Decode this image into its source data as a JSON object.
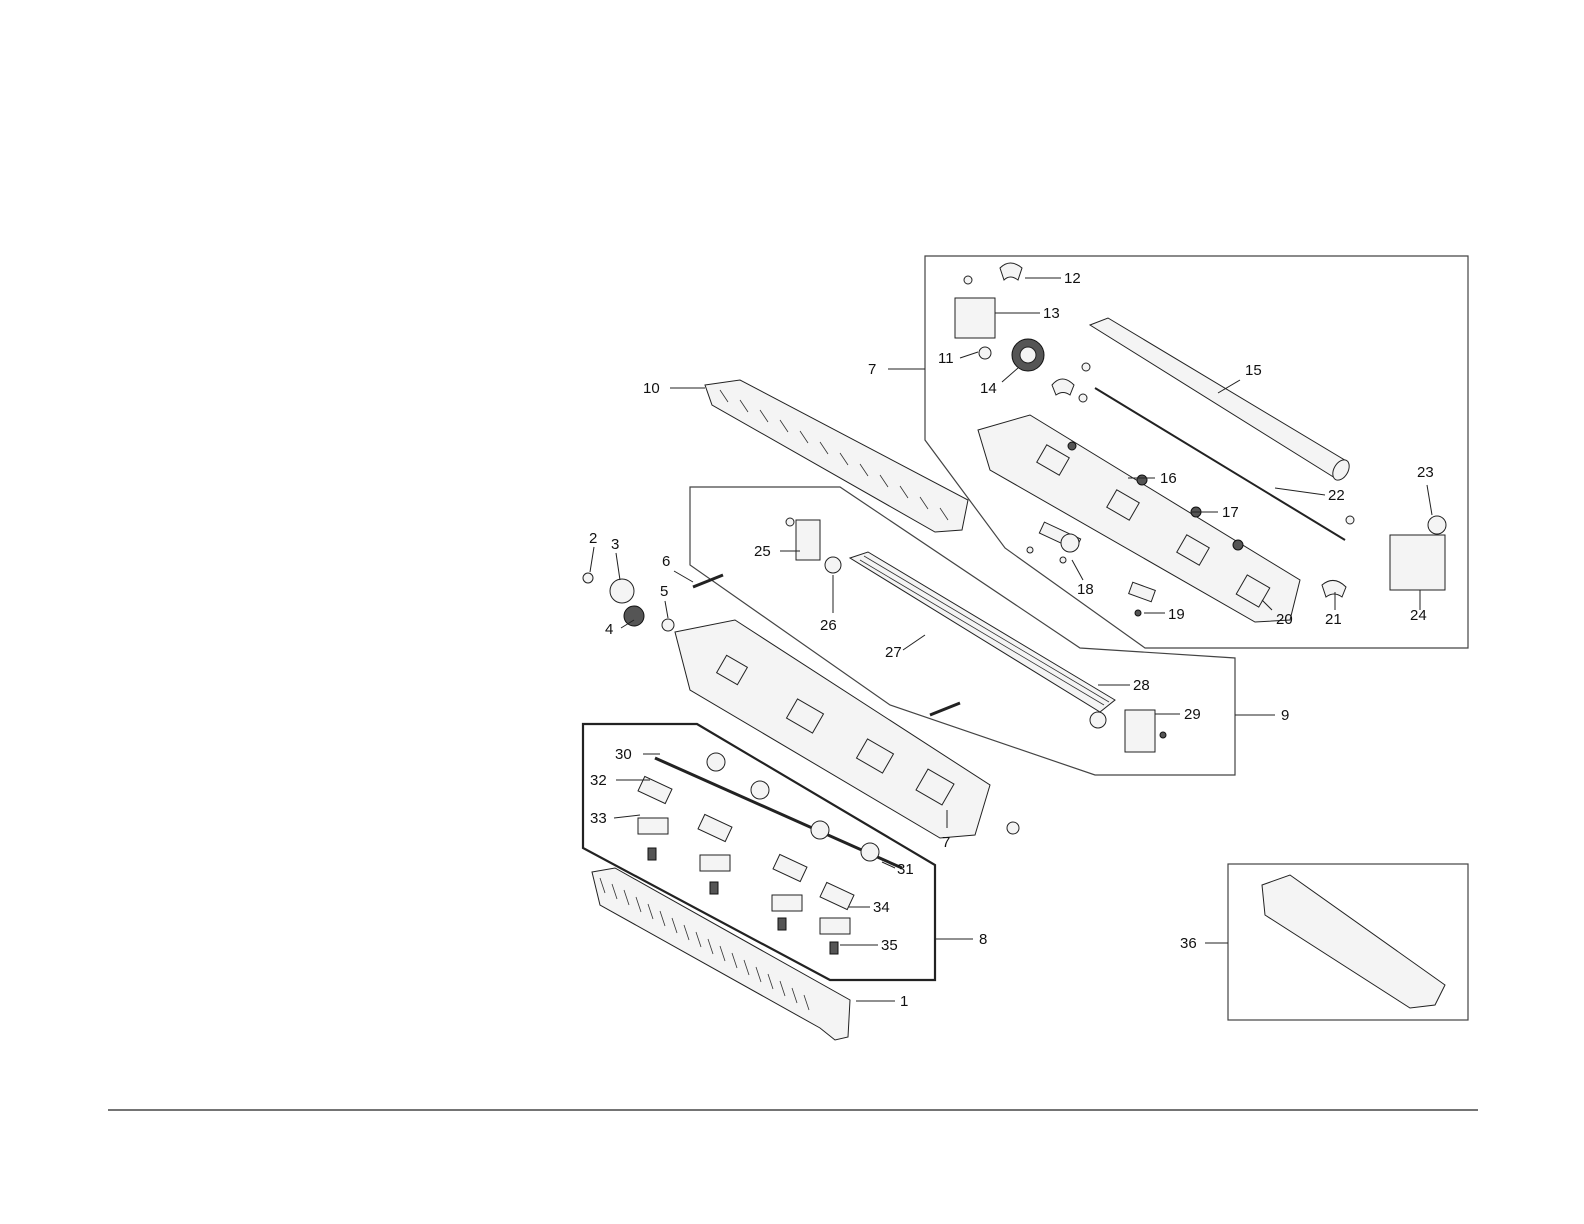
{
  "callouts": {
    "c1": "1",
    "c2": "2",
    "c3": "3",
    "c4": "4",
    "c5": "5",
    "c6": "6",
    "c7a": "7",
    "c7b": "7",
    "c8": "8",
    "c9": "9",
    "c10": "10",
    "c11": "11",
    "c12": "12",
    "c13": "13",
    "c14": "14",
    "c15": "15",
    "c16": "16",
    "c17": "17",
    "c18": "18",
    "c19": "19",
    "c20": "20",
    "c21": "21",
    "c22": "22",
    "c23": "23",
    "c24": "24",
    "c25": "25",
    "c26": "26",
    "c27": "27",
    "c28": "28",
    "c29": "29",
    "c30": "30",
    "c31": "31",
    "c32": "32",
    "c33": "33",
    "c34": "34",
    "c35": "35",
    "c36": "36"
  }
}
